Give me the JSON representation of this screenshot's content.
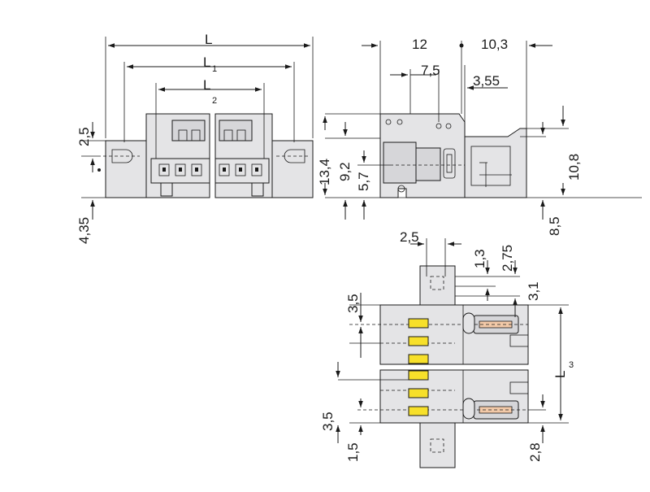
{
  "labels": {
    "L": "L",
    "L1_main": "L",
    "L1_sub": "1",
    "L2_main": "L",
    "L2_sub": "2",
    "L3_main": "L",
    "L3_sub": "3",
    "d_2_5_left": "2,5",
    "d_4_35": "4,35",
    "d_13_4": "13,4",
    "d_9_2": "9,2",
    "d_5_7": "5,7",
    "d_12": "12",
    "d_7_5": "7,5",
    "d_10_3": "10,3",
    "d_3_55": "3,55",
    "d_10_8": "10,8",
    "d_8_5": "8,5",
    "d_2_5_bottom": "2,5",
    "d_1_3": "1,3",
    "d_2_75": "2,75",
    "d_3_1": "3,1",
    "d_3_5_top": "3,5",
    "d_3_5_bottom": "3,5",
    "d_1_5": "1,5",
    "d_2_8": "2,8"
  }
}
